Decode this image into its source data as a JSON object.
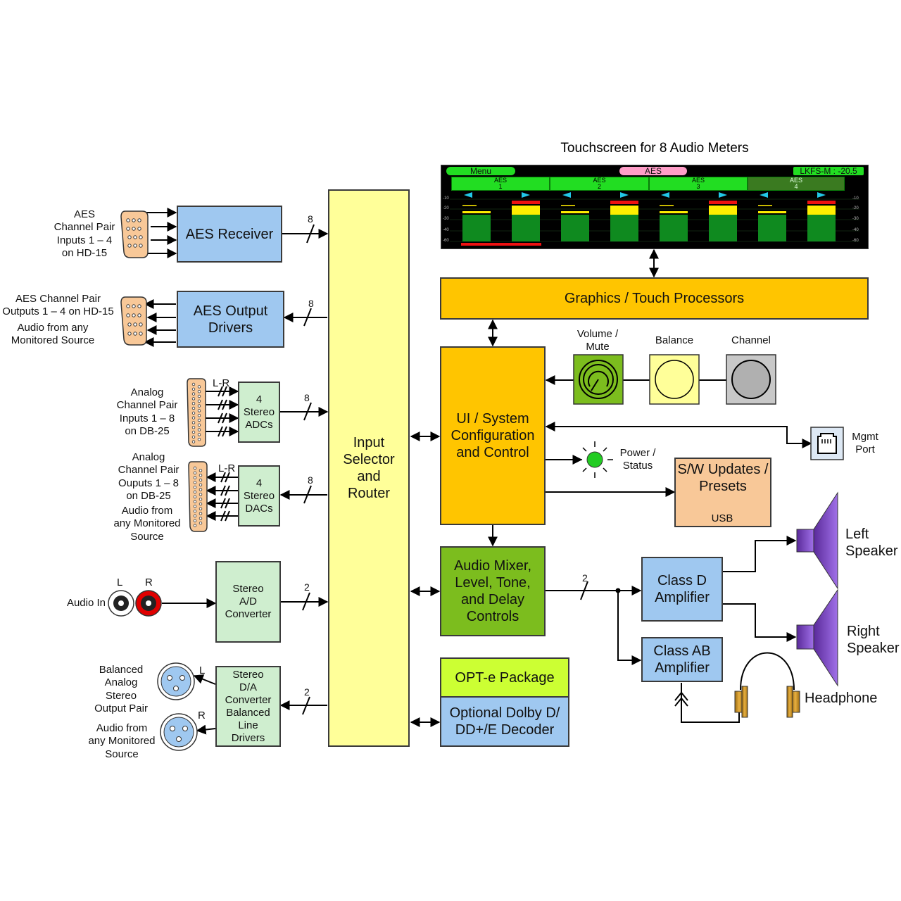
{
  "touchscreen": {
    "title": "Touchscreen for 8 Audio Meters",
    "menu_label": "Menu",
    "source_label": "AES",
    "loudness_label": "LKFS-M : -20.5",
    "channels": [
      {
        "source": "AES",
        "number": "1"
      },
      {
        "source": "AES",
        "number": "2"
      },
      {
        "source": "AES",
        "number": "3"
      },
      {
        "source": "AES",
        "number": "4"
      }
    ],
    "scale_ticks": [
      "-10",
      "-20",
      "-30",
      "-40",
      "-60"
    ]
  },
  "blocks": {
    "aes_receiver": "AES Receiver",
    "aes_output": "AES Output\nDrivers",
    "stereo_adcs": "4\nStereo\nADCs",
    "stereo_dacs": "4\nStereo\nDACs",
    "stereo_ad": "Stereo\nA/D\nConverter",
    "stereo_da": "Stereo\nD/A\nConverter\nBalanced\nLine\nDrivers",
    "router": "Input\nSelector\nand\nRouter",
    "graphics": "Graphics / Touch Processors",
    "ui_system": "UI / System\nConfiguration\nand Control",
    "audio_mixer": "Audio Mixer,\nLevel, Tone,\nand Delay\nControls",
    "opt_package": "OPT-e Package",
    "dolby": "Optional Dolby D/\nDD+/E Decoder",
    "sw_updates": "S/W Updates /\nPresets",
    "usb": "USB",
    "class_d": "Class D\nAmplifier",
    "class_ab": "Class AB\nAmplifier"
  },
  "labels": {
    "aes_in": "AES\nChannel Pair\nInputs 1 – 4\non HD-15",
    "aes_out": "AES Channel Pair\nOutputs 1 – 4  on HD-15",
    "aes_out_src": "Audio from any\nMonitored Source",
    "analog_in": "Analog\nChannel Pair\nInputs 1 – 8\non DB-25",
    "analog_out": "Analog\nChannel Pair\nOuputs 1 – 8\non DB-25",
    "analog_out_src": "Audio from\nany Monitored\nSource",
    "lr_1": "L-R",
    "lr_2": "L-R",
    "audio_in": "Audio In",
    "rca_l": "L",
    "rca_r": "R",
    "balanced": "Balanced\nAnalog\nStereo\nOutput Pair",
    "balanced_src": "Audio from\nany Monitored\nSource",
    "xlr_l": "L",
    "xlr_r": "R",
    "volume": "Volume /\nMute",
    "balance": "Balance",
    "channel": "Channel",
    "mgmt": "Mgmt\nPort",
    "power": "Power /\nStatus",
    "left_speaker": "Left\nSpeaker",
    "right_speaker": "Right\nSpeaker",
    "headphone": "Headphone"
  },
  "bus_widths": {
    "aes_in": "8",
    "aes_out": "8",
    "adc": "8",
    "dac": "8",
    "ad": "2",
    "da": "2",
    "mixer_out": "2"
  },
  "colors": {
    "blue_block": "#9fc8f0",
    "green_block": "#cfeecf",
    "router": "#ffff99",
    "processor": "#ffc500",
    "mixer": "#7cbd1e",
    "opt_package": "#ccff33",
    "sw_updates": "#f8c898",
    "speaker": "#8a4fd0",
    "power_led": "#22cc22"
  }
}
